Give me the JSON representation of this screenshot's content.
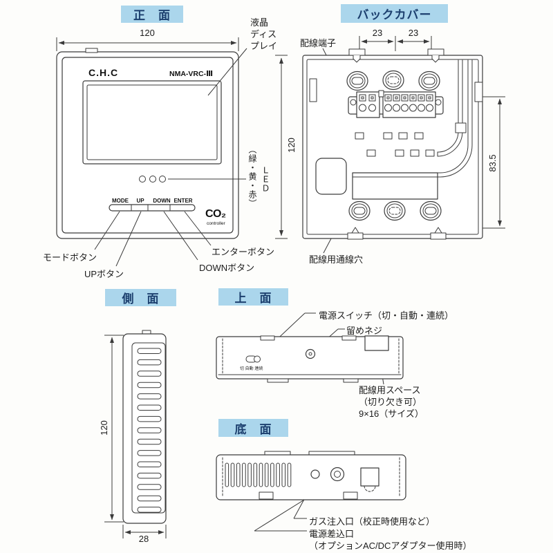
{
  "palette": {
    "header-bg": "#abd6ec",
    "header-text": "#1c3f6e",
    "line": "#3a3a3a",
    "text": "#1b1b1b",
    "paper": "#fdfdfb"
  },
  "views": {
    "front": {
      "title": "正　面",
      "dim_width": "120",
      "dim_height": "120",
      "device": {
        "brand": "C.H.C",
        "model": "NMA-VRC-Ⅲ",
        "buttons": [
          "MODE",
          "UP",
          "DOWN",
          "ENTER"
        ],
        "logo": "CO₂",
        "logo_sub": "controller"
      },
      "labels": {
        "lcd": [
          "液晶",
          "ディス",
          "プレイ"
        ],
        "led_name": "ＬＥＤ",
        "led_colors": "（緑・黄・赤）",
        "mode": "モードボタン",
        "up": "UPボタン",
        "down": "DOWNボタン",
        "enter": "エンターボタン"
      }
    },
    "back": {
      "title": "バックカバー",
      "dim_left": "23",
      "dim_right": "23",
      "dim_height": "83.5",
      "labels": {
        "terminal": "配線端子",
        "wire_hole": "配線用通線穴"
      }
    },
    "side": {
      "title": "側　面",
      "dim_height": "120",
      "dim_width": "28"
    },
    "top": {
      "title": "上　面",
      "labels": {
        "power_switch": "電源スイッチ（切・自動・連続）",
        "screw": "留めネジ",
        "switch_marks": "切 自動 連続",
        "wiring_space": [
          "配線用スペース",
          "（切り欠き可）",
          "9×16（サイズ）"
        ]
      }
    },
    "bottom": {
      "title": "底　面",
      "labels": {
        "gas": "ガス注入口（校正時使用など）",
        "power": [
          "電源差込口",
          "（オプションAC/DCアダプター使用時）"
        ]
      }
    }
  }
}
